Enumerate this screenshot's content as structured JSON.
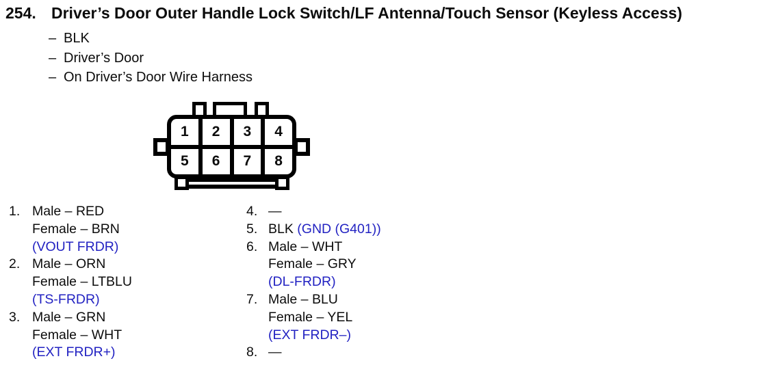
{
  "colors": {
    "ink": "#0c0c0c",
    "blue": "#2222c2",
    "bg": "#ffffff"
  },
  "header": {
    "number": "254.",
    "title": "Driver’s Door Outer Handle Lock Switch/LF Antenna/Touch Sensor (Keyless Access)"
  },
  "details": [
    {
      "dash": "–",
      "text": "BLK"
    },
    {
      "dash": "–",
      "text": "Driver’s Door"
    },
    {
      "dash": "–",
      "text": "On Driver’s Door Wire Harness"
    }
  ],
  "connector": {
    "pins": [
      "1",
      "2",
      "3",
      "4",
      "5",
      "6",
      "7",
      "8"
    ]
  },
  "pin_list": {
    "left": [
      {
        "no": "1.",
        "l1": "Male – RED",
        "l2": "Female – BRN",
        "l3": "(VOUT FRDR)"
      },
      {
        "no": "2.",
        "l1": "Male – ORN",
        "l2": "Female – LTBLU",
        "l3": "(TS-FRDR)"
      },
      {
        "no": "3.",
        "l1": "Male – GRN",
        "l2": "Female – WHT",
        "l3": "(EXT FRDR+)"
      }
    ],
    "right": [
      {
        "no": "4.",
        "l1": "—"
      },
      {
        "no": "5.",
        "l1": "BLK",
        "l1_blue": "(GND (G401))"
      },
      {
        "no": "6.",
        "l1": "Male – WHT",
        "l2": "Female – GRY",
        "l3": "(DL-FRDR)"
      },
      {
        "no": "7.",
        "l1": "Male – BLU",
        "l2": "Female – YEL",
        "l3": "(EXT FRDR–)"
      },
      {
        "no": "8.",
        "l1": "—"
      }
    ]
  }
}
